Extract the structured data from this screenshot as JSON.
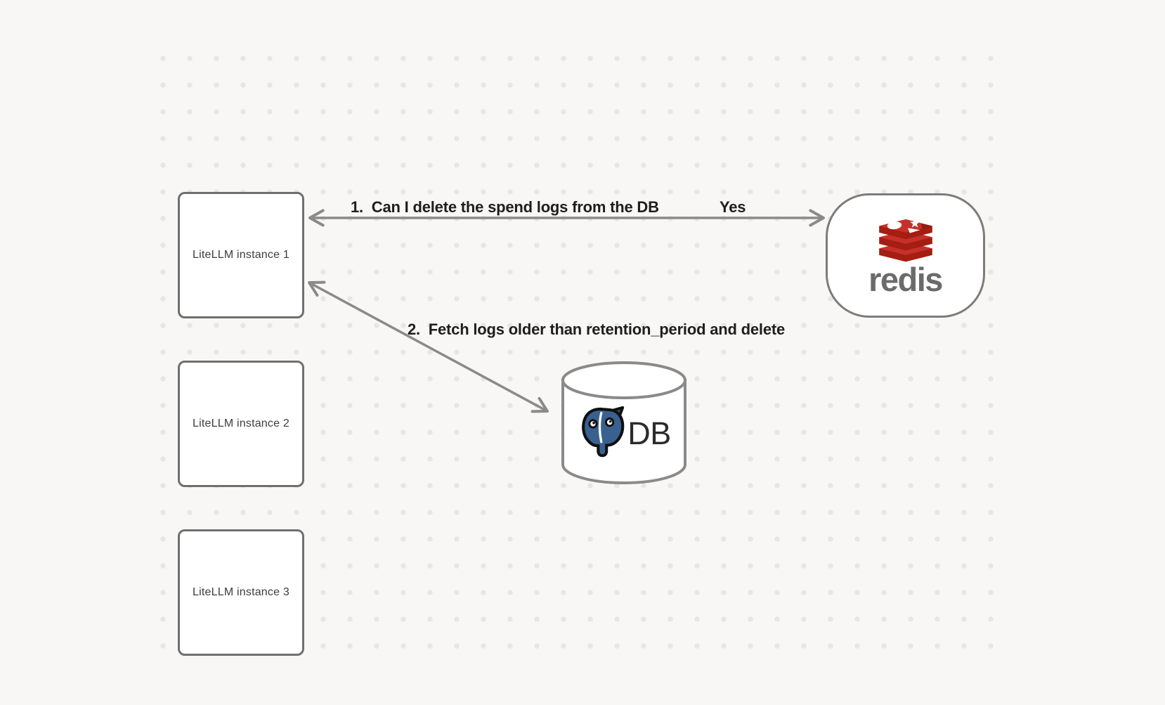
{
  "app": {
    "type": "architecture-diagram",
    "background": "#f8f7f5",
    "dot_color": "#e7e6e3"
  },
  "nodes": {
    "litellm_instances": [
      {
        "label": "LiteLLM instance 1"
      },
      {
        "label": "LiteLLM instance 2"
      },
      {
        "label": "LiteLLM instance 3"
      }
    ],
    "redis": {
      "name": "Redis",
      "wordmark": "redis",
      "logo_icon": "redis-stack-logo",
      "brand_red": "#c6302b",
      "brand_dark_red": "#a41e11",
      "wordmark_color": "#6b6b6b"
    },
    "database": {
      "label": "DB",
      "logo_icon": "postgresql-elephant-logo",
      "postgres_blue": "#39618f"
    }
  },
  "edges": [
    {
      "from": "LiteLLM instance 1",
      "to": "Redis",
      "style": "bidirectional-arrow",
      "label": "1.  Can I delete the spend logs from the DB",
      "response": "Yes"
    },
    {
      "from": "LiteLLM instance 1",
      "to": "DB",
      "style": "bidirectional-arrow",
      "label": "2.  Fetch logs older than retention_period and delete"
    }
  ],
  "colors": {
    "node_border": "#6f6f6f",
    "node_text": "#3d3d3d",
    "arrow": "#8a8a8a",
    "edge_label_text": "#1e1e1e"
  }
}
